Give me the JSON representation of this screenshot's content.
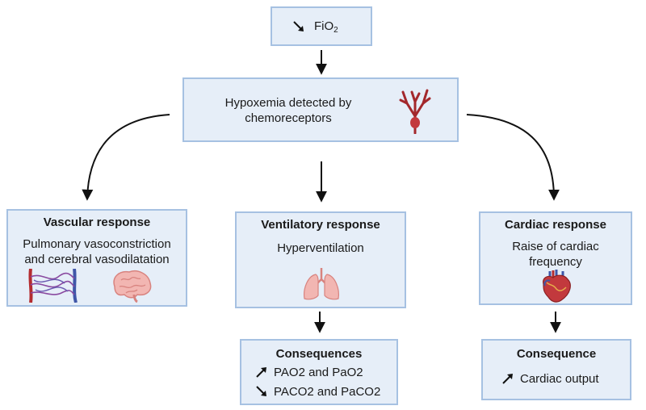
{
  "top": {
    "main": "FiO",
    "sub": "2"
  },
  "hypoxemia": {
    "line1": "Hypoxemia detected by",
    "line2": "chemoreceptors"
  },
  "vascular": {
    "title": "Vascular response",
    "line1": "Pulmonary vasoconstriction",
    "line2": "and cerebral vasodilatation"
  },
  "ventilatory": {
    "title": "Ventilatory response",
    "text": "Hyperventilation"
  },
  "cardiac": {
    "title": "Cardiac response",
    "line1": "Raise of cardiac",
    "line2": "frequency"
  },
  "consequences": {
    "title": "Consequences",
    "up": "PAO2 and PaO2",
    "down": "PACO2 and PaCO2"
  },
  "consequence": {
    "title": "Consequence",
    "text": "Cardiac output"
  },
  "icons": [
    "down-arrow-icon",
    "carotid-body-icon",
    "blood-vessels-icon",
    "brain-icon",
    "lungs-icon",
    "heart-icon",
    "up-arrow-icon"
  ]
}
